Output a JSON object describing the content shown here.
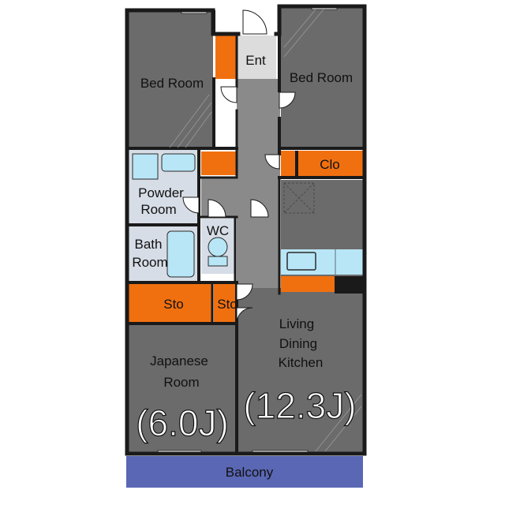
{
  "rooms": {
    "bed_left": "Bed Room",
    "bed_right": "Bed Room",
    "ent": "Ent",
    "clo": "Clo",
    "powder": [
      "Powder",
      "Room"
    ],
    "bath": [
      "Bath",
      "Room"
    ],
    "wc": "WC",
    "sto_left": "Sto",
    "sto_mid": "Sto",
    "japanese": [
      "Japanese",
      "Room"
    ],
    "japanese_size": "(6.0J)",
    "ldk": [
      "Living",
      "Dining",
      "Kitchen"
    ],
    "ldk_size": "(12.3J)",
    "balcony": "Balcony"
  },
  "colors": {
    "wall": "#1a1a1a",
    "room_grey": "#6b6b6b",
    "corridor_grey": "#8a8a8a",
    "storage_orange": "#f07010",
    "wet_blue": "#b8e6f6",
    "wet_panel": "#d7dde6",
    "entrance": "#dcdcdc",
    "balcony": "#5a67b4"
  }
}
